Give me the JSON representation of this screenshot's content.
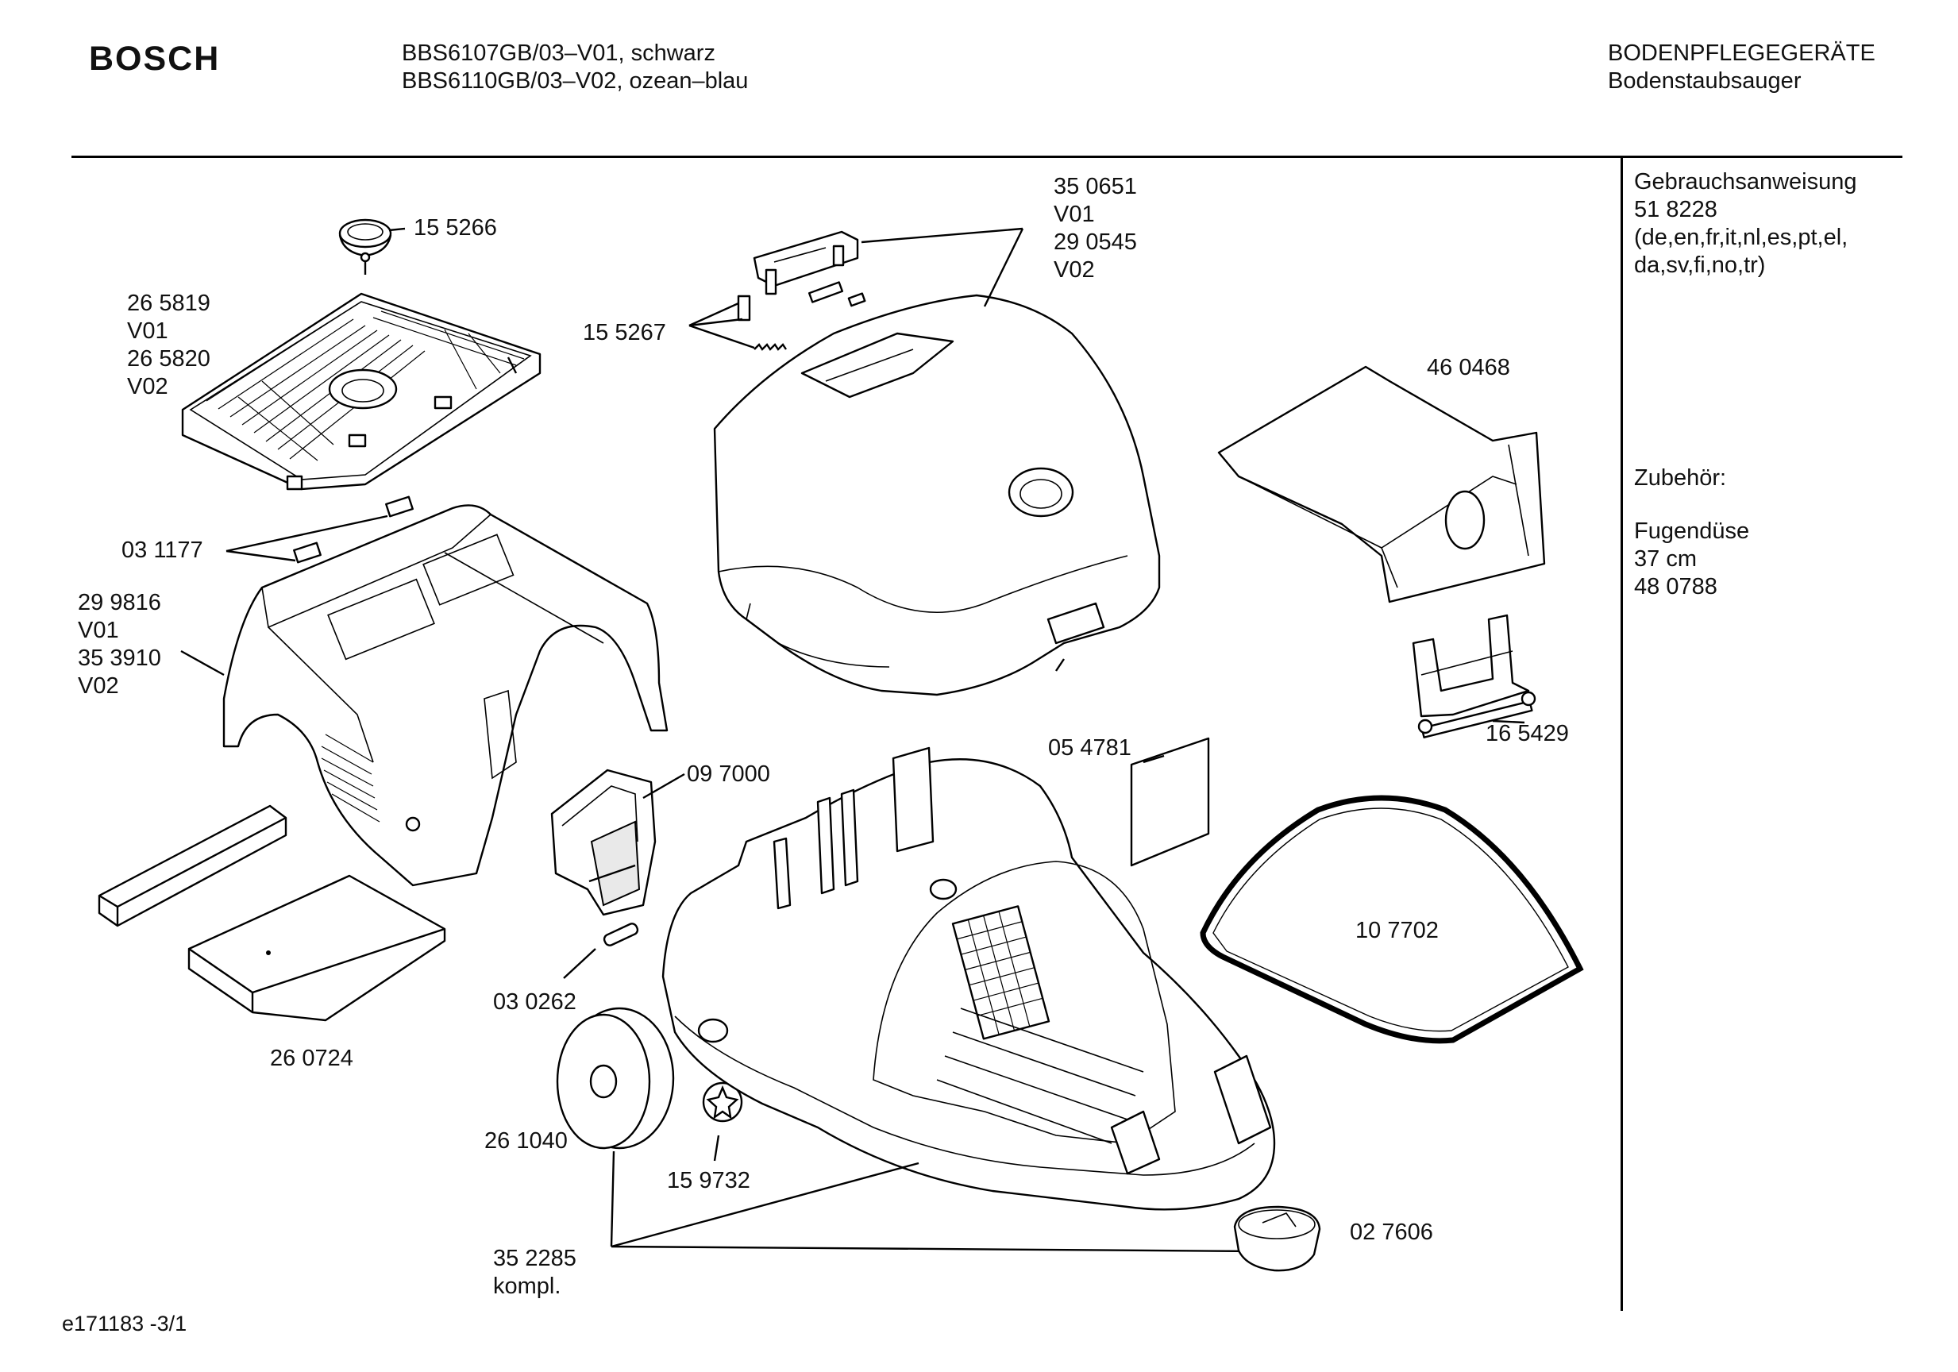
{
  "header": {
    "brand": "BOSCH",
    "models": [
      "BBS6107GB/03–V01, schwarz",
      "BBS6110GB/03–V02, ozean–blau"
    ],
    "category": [
      "BODENPFLEGEGERÄTE",
      "Bodenstaubsauger"
    ]
  },
  "sidebar": {
    "manual": [
      "Gebrauchsanweisung",
      "51 8228",
      "(de,en,fr,it,nl,es,pt,el,",
      "da,sv,fi,no,tr)"
    ],
    "accessories_title": "Zubehör:",
    "accessories": [
      "Fugendüse",
      "37 cm",
      "48 0788"
    ]
  },
  "parts": {
    "p155266": "15 5266",
    "p265819": [
      "26 5819",
      "V01",
      "26 5820",
      "V02"
    ],
    "p031177": "03 1177",
    "p299816": [
      "29 9816",
      "V01",
      "35 3910",
      "V02"
    ],
    "p350651": [
      "35 0651",
      "V01",
      "29 0545",
      "V02"
    ],
    "p155267": "15 5267",
    "p460468": "46 0468",
    "p165429": "16 5429",
    "p054781": "05 4781",
    "p097000": "09 7000",
    "p030262": "03 0262",
    "p260724": "26 0724",
    "p107702": "10 7702",
    "p261040": "26 1040",
    "p159732": "15 9732",
    "p352285": [
      "35 2285",
      "kompl."
    ],
    "p027606": "02 7606"
  },
  "footer": {
    "ref": "e171183 -3/1"
  }
}
